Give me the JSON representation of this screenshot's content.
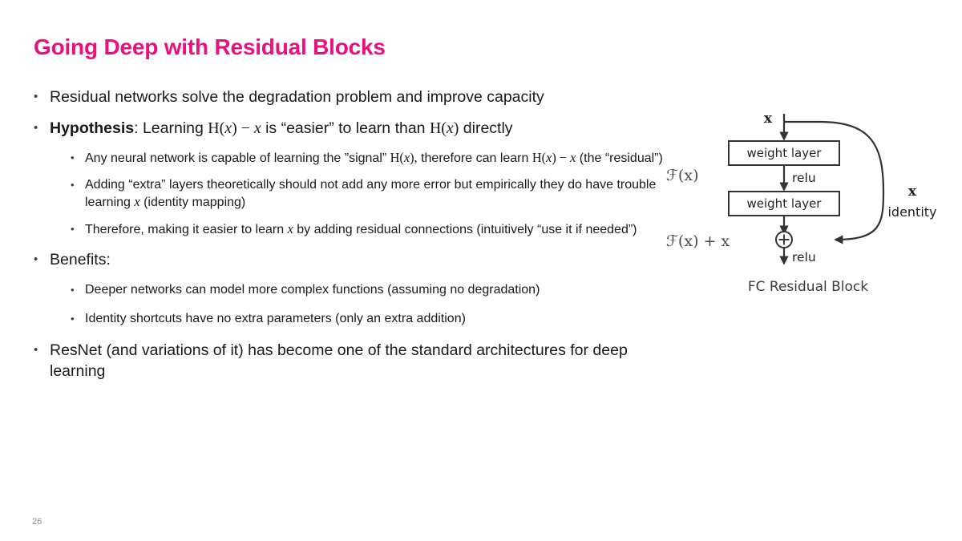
{
  "slide": {
    "title": "Going Deep with Residual Blocks",
    "title_color": "#ec0f7e",
    "page_number": "26",
    "background_color": "#ffffff",
    "body_text_color": "#1a1a1a"
  },
  "bullets": {
    "b1": "Residual networks solve the degradation problem and improve capacity",
    "b2_label": "Hypothesis",
    "b2_rest_a": ": Learning ",
    "b2_math1": "H(",
    "b2_math1_var": "x",
    "b2_math1_close": ") − ",
    "b2_math2_var": "x",
    "b2_rest_b": " is “easier” to learn than ",
    "b2_math3": "H(",
    "b2_math3_var": "x",
    "b2_math3_close": ")",
    "b2_rest_c": " directly",
    "s1_a": "Any neural network is capable of learning the ”signal” ",
    "s1_m1": "H(",
    "s1_m1_var": "x",
    "s1_m1_close": "),",
    "s1_b": " therefore can learn ",
    "s1_m2": "H(",
    "s1_m2_var": "x",
    "s1_m2_close": ") − ",
    "s1_m3_var": "x",
    "s1_c": " (the “residual”)",
    "s2_a": "Adding “extra” layers theoretically should not add any more error but empirically they do have trouble learning ",
    "s2_var": "x",
    "s2_b": " (identity mapping)",
    "s3_a": "Therefore, making it easier to learn ",
    "s3_var": "x",
    "s3_b": " by adding residual connections (intuitively “use it if needed”)",
    "b3": "Benefits:",
    "s4": "Deeper networks can model more complex functions (assuming no degradation)",
    "s5": "Identity shortcuts have no extra parameters (only an extra addition)",
    "b4": "ResNet (and variations of it) has become one of the standard architectures for deep learning",
    "marker": "•"
  },
  "figure": {
    "caption": "FC Residual Block",
    "input_label": "x",
    "box1_label": "weight layer",
    "box2_label": "weight layer",
    "relu1_label": "relu",
    "relu2_label": "relu",
    "f_of_x_label": "ℱ(x)",
    "f_of_x_plus_x_label": "ℱ(x) + x",
    "identity_var": "x",
    "identity_label": "identity",
    "plus_symbol": "+",
    "line_color": "#333333",
    "box_fill": "#ffffff"
  }
}
